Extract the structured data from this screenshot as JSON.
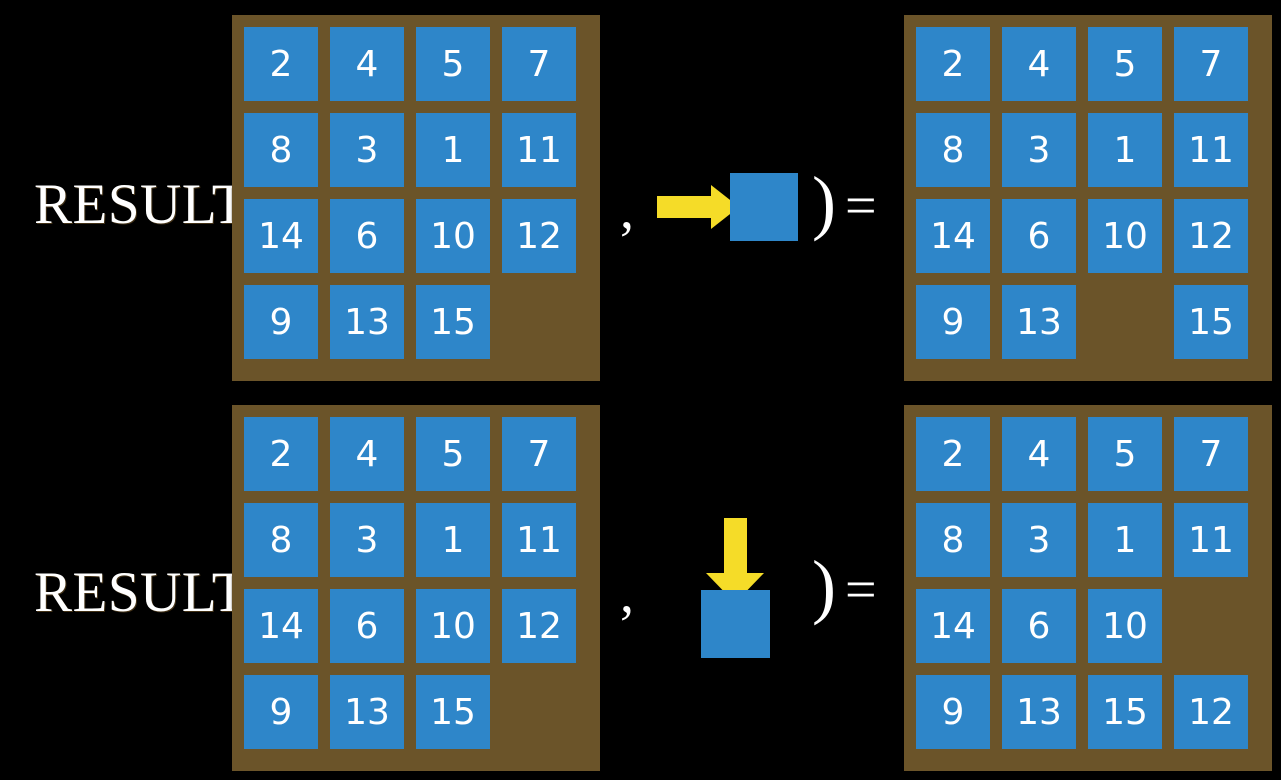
{
  "page": {
    "background_color": "#000000",
    "tile_color": "#2E86C9",
    "board_color": "#6B5429",
    "arrow_color": "#F5DC28",
    "text_color": "#ffffff"
  },
  "rows": [
    {
      "id": "row-top",
      "label": "RESULT(",
      "comma": ",",
      "close_paren": ")",
      "equals": "=",
      "move_direction": "right",
      "move_icon": "arrow-right-icon",
      "input_board": {
        "caption": "input-board-top",
        "grid": [
          [
            "2",
            "4",
            "5",
            "7"
          ],
          [
            "8",
            "3",
            "1",
            "11"
          ],
          [
            "14",
            "6",
            "10",
            "12"
          ],
          [
            "9",
            "13",
            "15",
            ""
          ]
        ]
      },
      "output_board": {
        "caption": "output-board-top",
        "grid": [
          [
            "2",
            "4",
            "5",
            "7"
          ],
          [
            "8",
            "3",
            "1",
            "11"
          ],
          [
            "14",
            "6",
            "10",
            "12"
          ],
          [
            "9",
            "13",
            "",
            "15"
          ]
        ]
      }
    },
    {
      "id": "row-bottom",
      "label": "RESULT(",
      "comma": ",",
      "close_paren": ")",
      "equals": "=",
      "move_direction": "down",
      "move_icon": "arrow-down-icon",
      "input_board": {
        "caption": "input-board-bottom",
        "grid": [
          [
            "2",
            "4",
            "5",
            "7"
          ],
          [
            "8",
            "3",
            "1",
            "11"
          ],
          [
            "14",
            "6",
            "10",
            "12"
          ],
          [
            "9",
            "13",
            "15",
            ""
          ]
        ]
      },
      "output_board": {
        "caption": "output-board-bottom",
        "grid": [
          [
            "2",
            "4",
            "5",
            "7"
          ],
          [
            "8",
            "3",
            "1",
            "11"
          ],
          [
            "14",
            "6",
            "10",
            ""
          ],
          [
            "9",
            "13",
            "15",
            "12"
          ]
        ]
      }
    }
  ]
}
